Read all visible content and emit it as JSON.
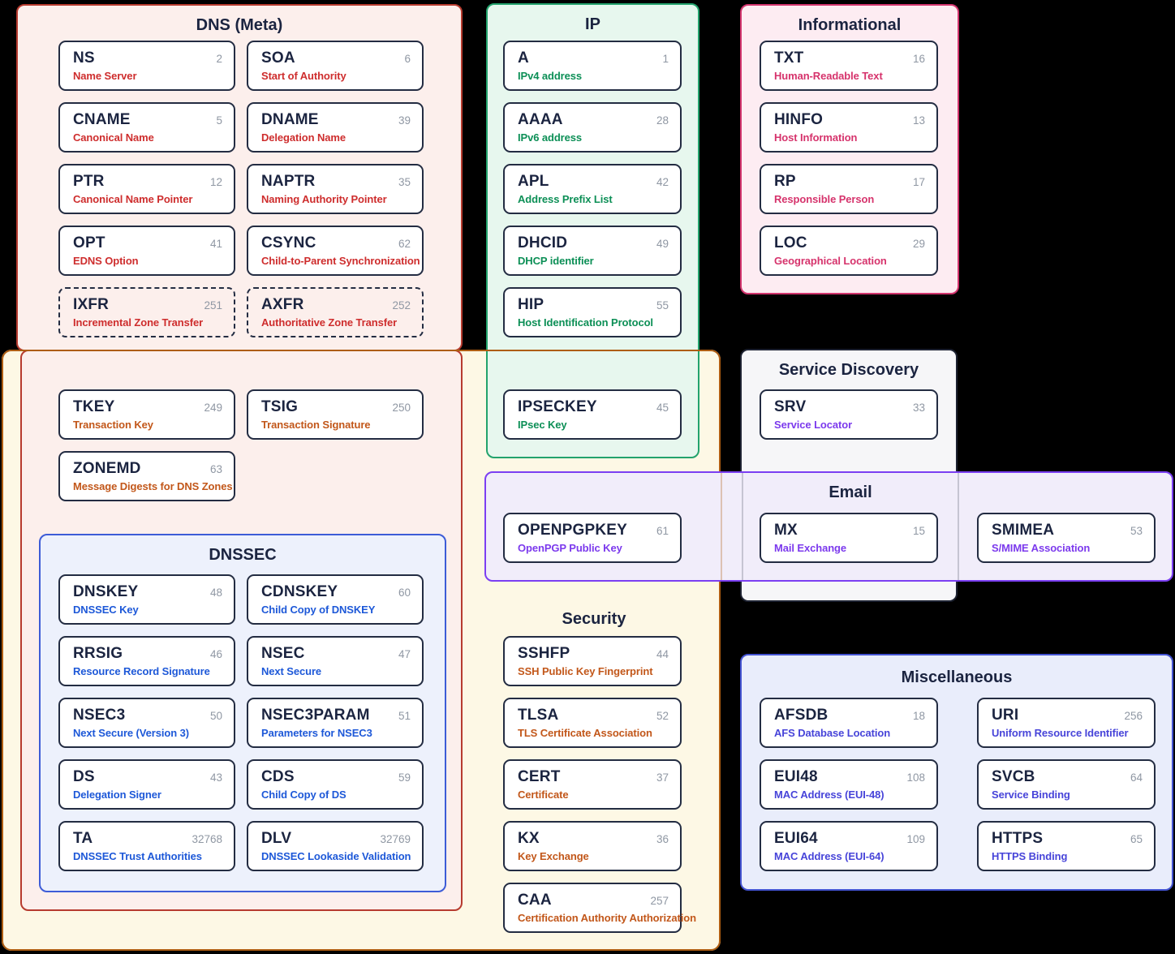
{
  "page": {
    "background": "#000000",
    "card_name_color": "#1b2440",
    "card_number_color": "#8f97a3"
  },
  "groups": [
    {
      "key": "dns-meta",
      "label": "DNS (Meta)",
      "colors": {
        "border": "#b73b2f",
        "bg": "#fcefec",
        "desc": "#ce2d2d"
      },
      "records": [
        {
          "name": "NS",
          "num": "2",
          "desc": "Name Server"
        },
        {
          "name": "SOA",
          "num": "6",
          "desc": "Start of Authority"
        },
        {
          "name": "CNAME",
          "num": "5",
          "desc": "Canonical Name"
        },
        {
          "name": "DNAME",
          "num": "39",
          "desc": "Delegation Name"
        },
        {
          "name": "PTR",
          "num": "12",
          "desc": "Canonical Name Pointer"
        },
        {
          "name": "NAPTR",
          "num": "35",
          "desc": "Naming Authority Pointer"
        },
        {
          "name": "OPT",
          "num": "41",
          "desc": "EDNS Option"
        },
        {
          "name": "CSYNC",
          "num": "62",
          "desc": "Child-to-Parent Synchronization"
        },
        {
          "name": "IXFR",
          "num": "251",
          "desc": "Incremental Zone Transfer",
          "dashed": true
        },
        {
          "name": "AXFR",
          "num": "252",
          "desc": "Authoritative Zone Transfer",
          "dashed": true
        }
      ]
    },
    {
      "key": "meta-security",
      "label": "",
      "colors": {
        "border": "#b73b2f",
        "bg": "#fcefec",
        "desc": "#c2571a"
      },
      "records": [
        {
          "name": "TKEY",
          "num": "249",
          "desc": "Transaction Key"
        },
        {
          "name": "TSIG",
          "num": "250",
          "desc": "Transaction Signature"
        },
        {
          "name": "ZONEMD",
          "num": "63",
          "desc": "Message Digests for DNS Zones"
        }
      ]
    },
    {
      "key": "dnssec",
      "label": "DNSSEC",
      "colors": {
        "border": "#3d5cd7",
        "bg": "#edf1fc",
        "desc": "#1d58d8"
      },
      "records": [
        {
          "name": "DNSKEY",
          "num": "48",
          "desc": "DNSSEC Key"
        },
        {
          "name": "CDNSKEY",
          "num": "60",
          "desc": "Child Copy of DNSKEY"
        },
        {
          "name": "RRSIG",
          "num": "46",
          "desc": "Resource Record Signature"
        },
        {
          "name": "NSEC",
          "num": "47",
          "desc": "Next Secure"
        },
        {
          "name": "NSEC3",
          "num": "50",
          "desc": "Next Secure (Version 3)"
        },
        {
          "name": "NSEC3PARAM",
          "num": "51",
          "desc": "Parameters for NSEC3"
        },
        {
          "name": "DS",
          "num": "43",
          "desc": "Delegation Signer"
        },
        {
          "name": "CDS",
          "num": "59",
          "desc": "Child Copy of DS"
        },
        {
          "name": "TA",
          "num": "32768",
          "desc": "DNSSEC Trust Authorities"
        },
        {
          "name": "DLV",
          "num": "32769",
          "desc": "DNSSEC Lookaside Validation"
        }
      ]
    },
    {
      "key": "ip",
      "label": "IP",
      "colors": {
        "border": "#23a36d",
        "bg": "#e7f7ee",
        "desc": "#0c8f56"
      },
      "records": [
        {
          "name": "A",
          "num": "1",
          "desc": "IPv4 address"
        },
        {
          "name": "AAAA",
          "num": "28",
          "desc": "IPv6 address"
        },
        {
          "name": "APL",
          "num": "42",
          "desc": "Address Prefix List"
        },
        {
          "name": "DHCID",
          "num": "49",
          "desc": "DHCP identifier"
        },
        {
          "name": "HIP",
          "num": "55",
          "desc": "Host Identification Protocol"
        }
      ],
      "extra": [
        {
          "name": "IPSECKEY",
          "num": "45",
          "desc": "IPsec Key"
        }
      ]
    },
    {
      "key": "informational",
      "label": "Informational",
      "colors": {
        "border": "#d2346d",
        "bg": "#fdecf2",
        "desc": "#d6336c"
      },
      "records": [
        {
          "name": "TXT",
          "num": "16",
          "desc": "Human-Readable Text"
        },
        {
          "name": "HINFO",
          "num": "13",
          "desc": "Host Information"
        },
        {
          "name": "RP",
          "num": "17",
          "desc": "Responsible Person"
        },
        {
          "name": "LOC",
          "num": "29",
          "desc": "Geographical Location"
        }
      ]
    },
    {
      "key": "service-discovery",
      "label": "Service Discovery",
      "colors": {
        "border": "#1d2231",
        "bg": "#f6f6f8",
        "desc": "#7c3aed"
      },
      "records": [
        {
          "name": "SRV",
          "num": "33",
          "desc": "Service Locator"
        }
      ]
    },
    {
      "key": "email",
      "label": "Email",
      "colors": {
        "border": "#7b3ff2",
        "bg": "#f1edfa",
        "desc": "#7c3aed"
      },
      "records": [
        {
          "name": "OPENPGPKEY",
          "num": "61",
          "desc": "OpenPGP Public Key"
        },
        {
          "name": "MX",
          "num": "15",
          "desc": "Mail Exchange"
        },
        {
          "name": "SMIMEA",
          "num": "53",
          "desc": "S/MIME Association"
        }
      ]
    },
    {
      "key": "security",
      "label": "Security",
      "colors": {
        "border": "#ae5d12",
        "bg": "#fdf8e5",
        "desc": "#c2571a"
      },
      "records": [
        {
          "name": "SSHFP",
          "num": "44",
          "desc": "SSH Public Key Fingerprint"
        },
        {
          "name": "TLSA",
          "num": "52",
          "desc": "TLS Certificate Association"
        },
        {
          "name": "CERT",
          "num": "37",
          "desc": "Certificate"
        },
        {
          "name": "KX",
          "num": "36",
          "desc": "Key Exchange"
        },
        {
          "name": "CAA",
          "num": "257",
          "desc": "Certification Authority Authorization"
        }
      ]
    },
    {
      "key": "misc",
      "label": "Miscellaneous",
      "colors": {
        "border": "#4353d1",
        "bg": "#e9edfb",
        "desc": "#4744d9"
      },
      "records": [
        {
          "name": "AFSDB",
          "num": "18",
          "desc": "AFS Database Location"
        },
        {
          "name": "URI",
          "num": "256",
          "desc": "Uniform Resource Identifier"
        },
        {
          "name": "EUI48",
          "num": "108",
          "desc": "MAC Address (EUI-48)"
        },
        {
          "name": "SVCB",
          "num": "64",
          "desc": "Service Binding"
        },
        {
          "name": "EUI64",
          "num": "109",
          "desc": "MAC Address (EUI-64)"
        },
        {
          "name": "HTTPS",
          "num": "65",
          "desc": "HTTPS Binding"
        }
      ]
    }
  ]
}
